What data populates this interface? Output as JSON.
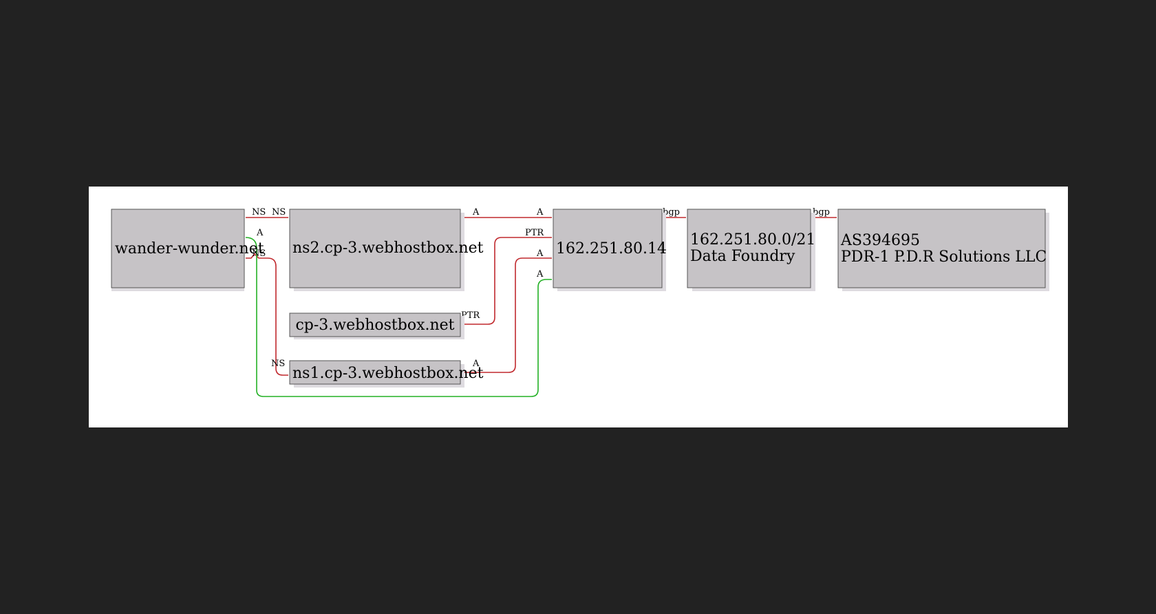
{
  "colors": {
    "background": "#222222",
    "canvas": "#ffffff",
    "node_fill": "#c6c3c6",
    "node_shadow": "#dedbe0",
    "edge_red": "#c0282d",
    "edge_green": "#22b024"
  },
  "nodes": {
    "domain": {
      "lines": [
        "wander-wunder.net"
      ]
    },
    "ns2": {
      "lines": [
        "ns2.cp-3.webhostbox.net"
      ]
    },
    "cp3": {
      "lines": [
        "cp-3.webhostbox.net"
      ]
    },
    "ns1": {
      "lines": [
        "ns1.cp-3.webhostbox.net"
      ]
    },
    "ip": {
      "lines": [
        "162.251.80.14"
      ]
    },
    "prefix": {
      "lines": [
        "162.251.80.0/21",
        "Data Foundry"
      ]
    },
    "asn": {
      "lines": [
        "AS394695",
        "PDR-1 P.D.R Solutions LLC"
      ]
    }
  },
  "edges": {
    "domain_ns2": {
      "tail": "NS",
      "head": "NS"
    },
    "domain_ns1": {
      "tail": "NS",
      "head": "NS"
    },
    "domain_ip": {
      "tail": "A",
      "head": "A"
    },
    "ns2_ip": {
      "tail": "A",
      "head": "A"
    },
    "cp3_ip": {
      "tail": "PTR",
      "head": "PTR"
    },
    "ns1_ip": {
      "tail": "A",
      "head": "A"
    },
    "ip_prefix": {
      "tail": "bgp"
    },
    "prefix_asn": {
      "tail": "bgp"
    }
  }
}
